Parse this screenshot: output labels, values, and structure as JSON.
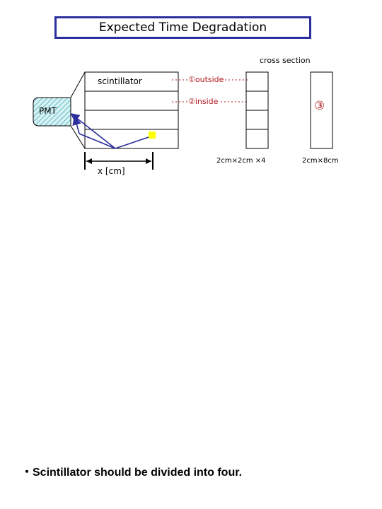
{
  "title": "Expected Time Degradation",
  "cross_section_label": "cross section",
  "scintillator_label": "scintillator",
  "outside_label": "①outside",
  "inside_label": "②inside",
  "pmt_label": "PMT",
  "circle3_label": "③",
  "dim_four_label": "2cm×2cm ×4",
  "dim_single_label": "2cm×8cm",
  "x_label": "x [cm]",
  "note": "・Scintillator should be divided into four.",
  "colors": {
    "title_border": "#2b2f9e",
    "annotation_red": "#b0161b",
    "light_path": "#2b2f9e",
    "source_marker": "#ffff00"
  }
}
